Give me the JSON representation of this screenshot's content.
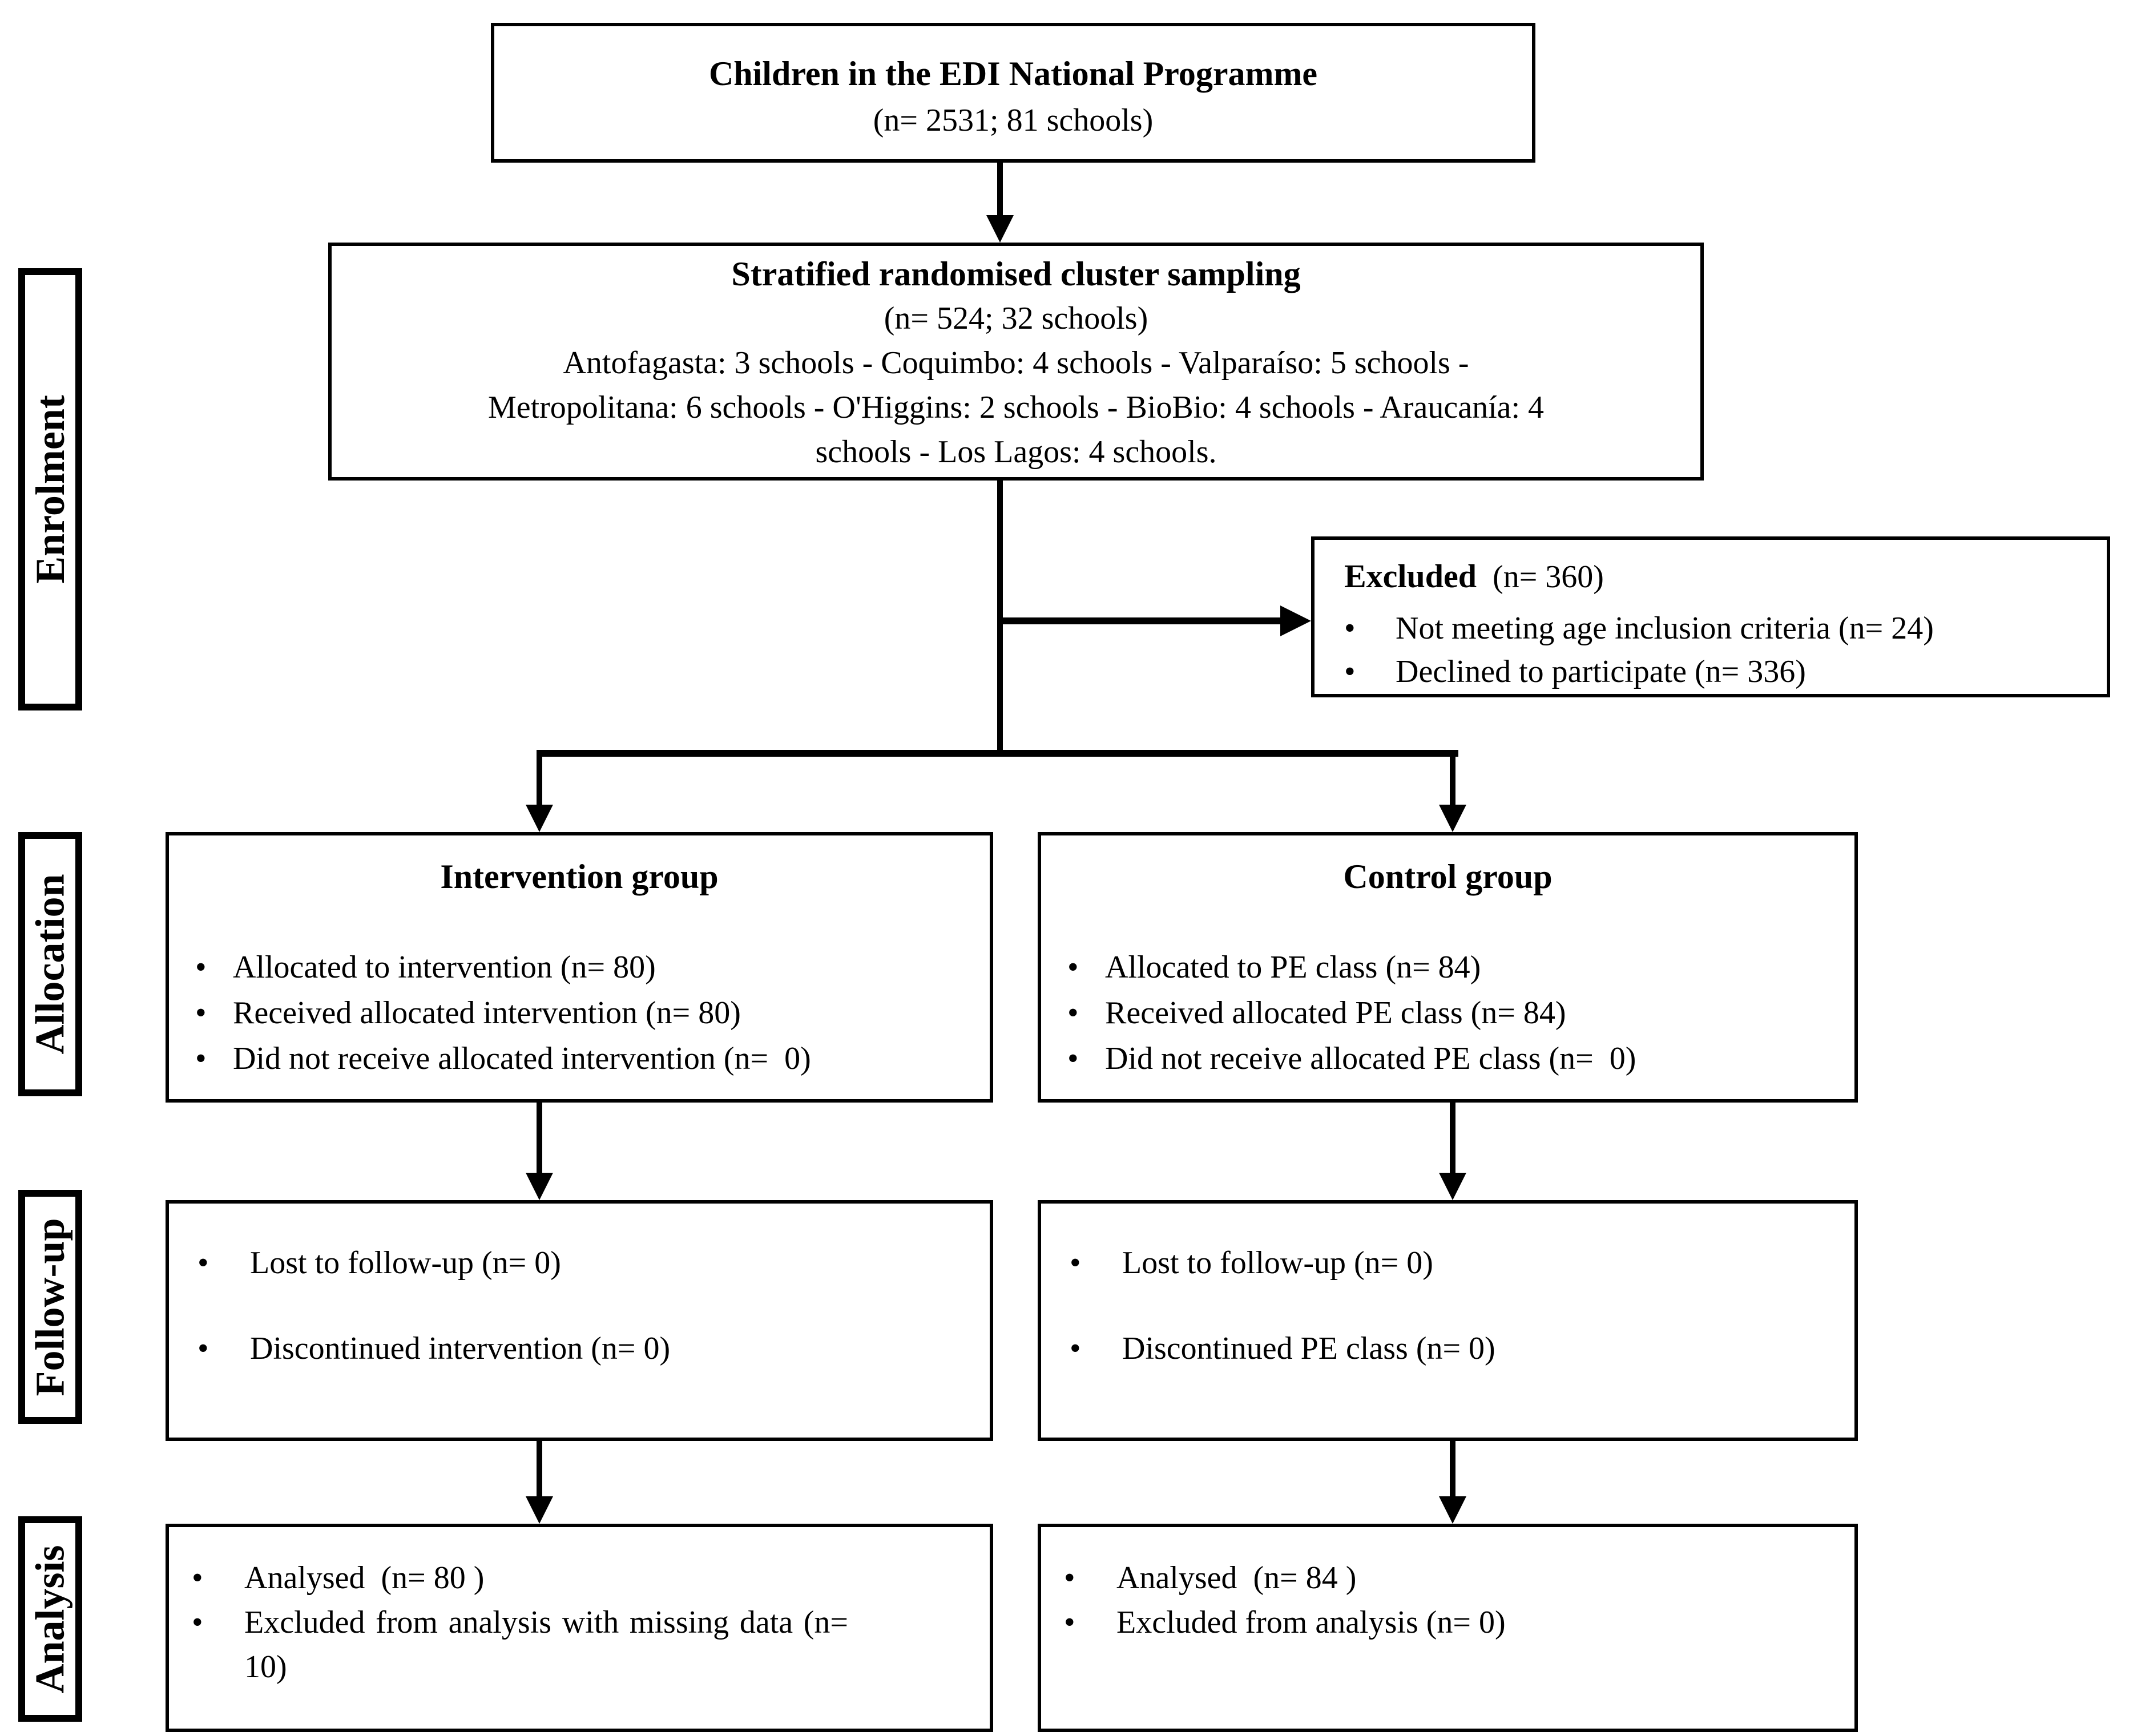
{
  "colors": {
    "background": "#ffffff",
    "ink": "#000000"
  },
  "stage_labels": {
    "enrolment": "Enrolment",
    "allocation": "Allocation",
    "followup": "Follow-up",
    "analysis": "Analysis"
  },
  "enrolment": {
    "population_box": {
      "title": "Children in the EDI National Programme",
      "subtitle": "(n= 2531; 81 schools)"
    },
    "sampling_box": {
      "title": "Stratified randomised cluster sampling",
      "subtitle": "(n= 524; 32 schools)",
      "detail_lines": [
        "Antofagasta: 3 schools - Coquimbo: 4 schools - Valparaíso: 5 schools -",
        "Metropolitana: 6 schools - O'Higgins: 2 schools - BioBio: 4 schools - Araucanía: 4",
        "schools - Los Lagos: 4 schools."
      ]
    },
    "excluded_box": {
      "title": "Excluded",
      "title_suffix": "  (n= 360)",
      "items": [
        "Not meeting age inclusion criteria (n= 24)",
        "Declined to participate (n= 336)"
      ]
    }
  },
  "allocation": {
    "intervention_box": {
      "title": "Intervention group",
      "items": [
        "Allocated to intervention (n= 80)",
        "Received allocated intervention (n= 80)",
        "Did not receive allocated intervention (n=  0)"
      ]
    },
    "control_box": {
      "title": "Control group",
      "items": [
        "Allocated to PE class (n= 84)",
        "Received allocated PE class (n= 84)",
        "Did not receive allocated PE class (n=  0)"
      ]
    }
  },
  "followup": {
    "intervention_box": {
      "items": [
        "Lost to follow-up (n= 0)",
        "Discontinued intervention (n= 0)"
      ]
    },
    "control_box": {
      "items": [
        "Lost to follow-up (n= 0)",
        "Discontinued PE class (n= 0)"
      ]
    }
  },
  "analysis": {
    "intervention_box": {
      "items": [
        "Analysed  (n= 80 )",
        "Excluded from analysis with missing data (n= 10)"
      ]
    },
    "control_box": {
      "items": [
        "Analysed  (n= 84 )",
        "Excluded from analysis (n= 0)"
      ]
    }
  }
}
